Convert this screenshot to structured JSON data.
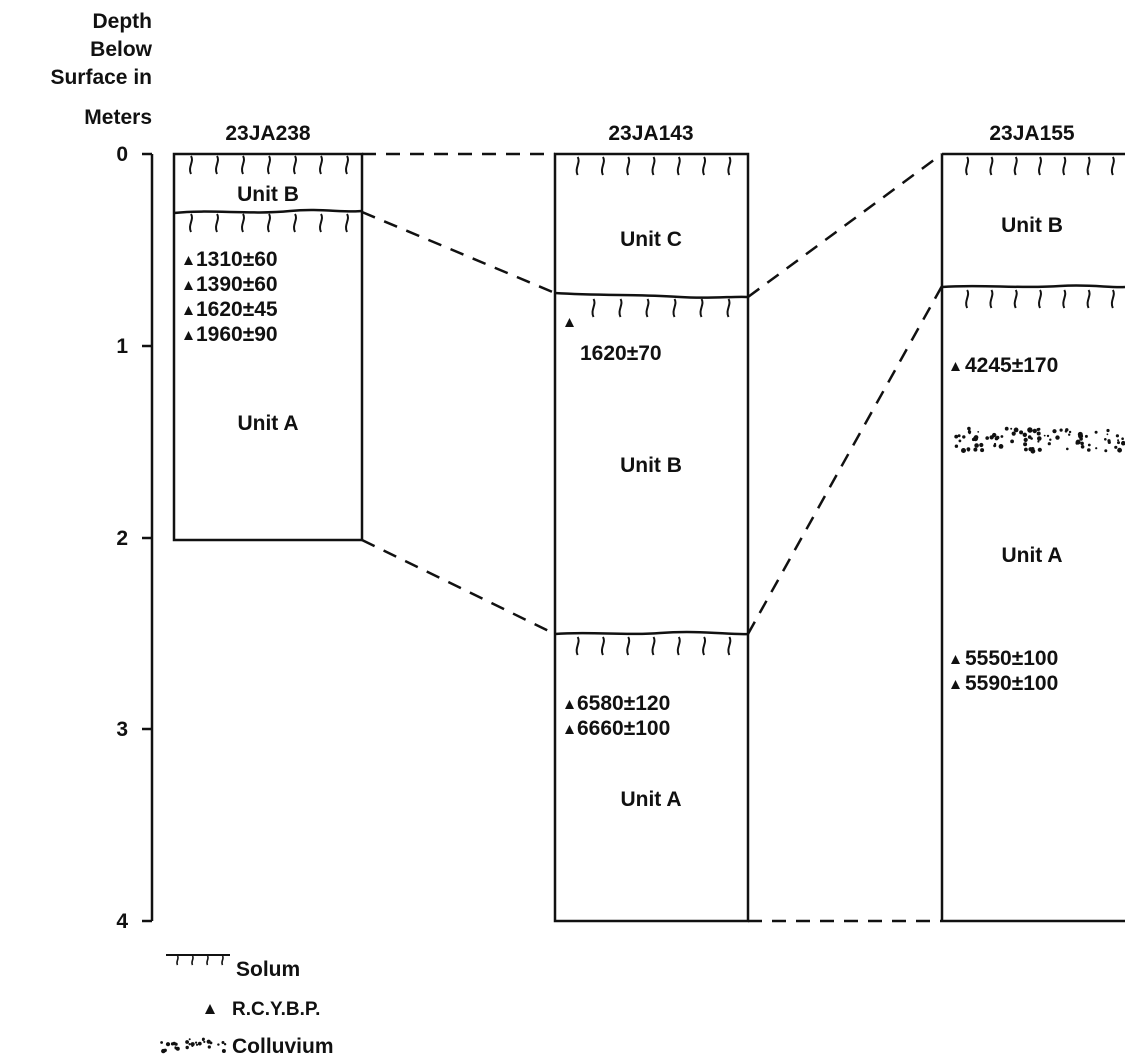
{
  "axis": {
    "title_lines": [
      "Depth",
      "Below",
      "Surface in",
      "Meters"
    ],
    "ticks": [
      "0",
      "1",
      "2",
      "3",
      "4"
    ]
  },
  "sites": [
    {
      "name": "23JA238",
      "depth_m": 2.0,
      "boundaries_m": [
        0.3
      ],
      "units": [
        {
          "label": "Unit B",
          "top_m": 0.0,
          "bottom_m": 0.3
        },
        {
          "label": "Unit A",
          "top_m": 0.3,
          "bottom_m": 2.0
        }
      ],
      "dates": [
        "1310±60",
        "1390±60",
        "1620±45",
        "1960±90"
      ],
      "colluvium": false
    },
    {
      "name": "23JA143",
      "depth_m": 4.0,
      "boundaries_m": [
        0.75,
        2.5
      ],
      "units": [
        {
          "label": "Unit C",
          "top_m": 0.0,
          "bottom_m": 0.75
        },
        {
          "label": "Unit B",
          "top_m": 0.75,
          "bottom_m": 2.5
        },
        {
          "label": "Unit A",
          "top_m": 2.5,
          "bottom_m": 4.0
        }
      ],
      "dates": [
        "1620±70",
        "6580±120",
        "6660±100"
      ],
      "colluvium": false
    },
    {
      "name": "23JA155",
      "depth_m": 4.0,
      "boundaries_m": [
        0.7
      ],
      "units": [
        {
          "label": "Unit B",
          "top_m": 0.0,
          "bottom_m": 0.7
        },
        {
          "label": "Unit A",
          "top_m": 0.7,
          "bottom_m": 4.0
        }
      ],
      "dates": [
        "4245±170",
        "5550±100",
        "5590±100"
      ],
      "colluvium": true
    }
  ],
  "legend": {
    "solum": "Solum",
    "date": "R.C.Y.B.P.",
    "colluvium": "Colluvium"
  }
}
